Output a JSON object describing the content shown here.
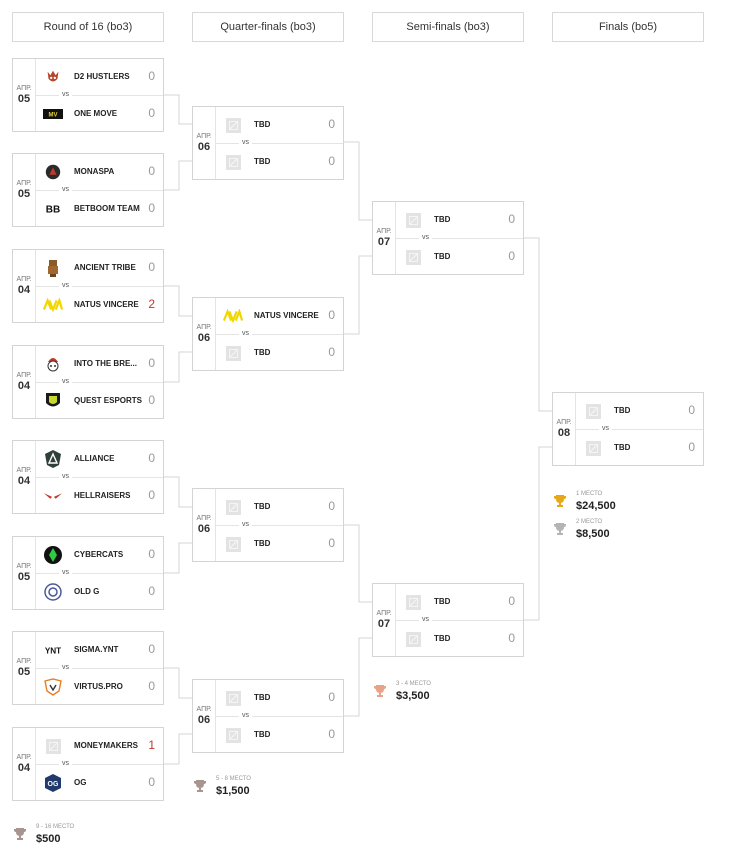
{
  "columns": [
    {
      "label": "Round of 16 (bo3)"
    },
    {
      "label": "Quarter-finals (bo3)"
    },
    {
      "label": "Semi-finals (bo3)"
    },
    {
      "label": "Finals (bo5)"
    }
  ],
  "vs_label": "vs",
  "matches": [
    {
      "month": "АПР.",
      "day": "05",
      "team1": {
        "name": "D2 HUSTLERS",
        "score": "0",
        "logo": "d2-hustlers-logo"
      },
      "team2": {
        "name": "ONE MOVE",
        "score": "0",
        "logo": "one-move-logo"
      }
    },
    {
      "month": "АПР.",
      "day": "05",
      "team1": {
        "name": "MONASPA",
        "score": "0",
        "logo": "monaspa-logo"
      },
      "team2": {
        "name": "BETBOOM TEAM",
        "score": "0",
        "logo": "betboom-logo"
      }
    },
    {
      "month": "АПР.",
      "day": "04",
      "team1": {
        "name": "ANCIENT TRIBE",
        "score": "0",
        "logo": "ancient-tribe-logo"
      },
      "team2": {
        "name": "NATUS VINCERE",
        "score": "2",
        "logo": "navi-logo",
        "win": true
      }
    },
    {
      "month": "АПР.",
      "day": "04",
      "team1": {
        "name": "INTO THE BRE...",
        "score": "0",
        "logo": "into-the-breach-logo"
      },
      "team2": {
        "name": "QUEST ESPORTS",
        "score": "0",
        "logo": "quest-logo"
      }
    },
    {
      "month": "АПР.",
      "day": "04",
      "team1": {
        "name": "ALLIANCE",
        "score": "0",
        "logo": "alliance-logo"
      },
      "team2": {
        "name": "HELLRAISERS",
        "score": "0",
        "logo": "hellraisers-logo"
      }
    },
    {
      "month": "АПР.",
      "day": "05",
      "team1": {
        "name": "CYBERCATS",
        "score": "0",
        "logo": "cybercats-logo"
      },
      "team2": {
        "name": "OLD G",
        "score": "0",
        "logo": "old-g-logo"
      }
    },
    {
      "month": "АПР.",
      "day": "05",
      "team1": {
        "name": "SIGMA.YNT",
        "score": "0",
        "logo": "sigma-logo"
      },
      "team2": {
        "name": "VIRTUS.PRO",
        "score": "0",
        "logo": "virtus-pro-logo"
      }
    },
    {
      "month": "АПР.",
      "day": "04",
      "team1": {
        "name": "MONEYMAKERS",
        "score": "1",
        "logo": "placeholder-logo",
        "win": true
      },
      "team2": {
        "name": "OG",
        "score": "0",
        "logo": "og-logo"
      }
    },
    {
      "month": "АПР.",
      "day": "06",
      "team1": {
        "name": "TBD",
        "score": "0",
        "logo": "placeholder-logo"
      },
      "team2": {
        "name": "TBD",
        "score": "0",
        "logo": "placeholder-logo"
      }
    },
    {
      "month": "АПР.",
      "day": "06",
      "team1": {
        "name": "NATUS VINCERE",
        "score": "0",
        "logo": "navi-logo"
      },
      "team2": {
        "name": "TBD",
        "score": "0",
        "logo": "placeholder-logo"
      }
    },
    {
      "month": "АПР.",
      "day": "06",
      "team1": {
        "name": "TBD",
        "score": "0",
        "logo": "placeholder-logo"
      },
      "team2": {
        "name": "TBD",
        "score": "0",
        "logo": "placeholder-logo"
      }
    },
    {
      "month": "АПР.",
      "day": "06",
      "team1": {
        "name": "TBD",
        "score": "0",
        "logo": "placeholder-logo"
      },
      "team2": {
        "name": "TBD",
        "score": "0",
        "logo": "placeholder-logo"
      }
    },
    {
      "month": "АПР.",
      "day": "07",
      "team1": {
        "name": "TBD",
        "score": "0",
        "logo": "placeholder-logo"
      },
      "team2": {
        "name": "TBD",
        "score": "0",
        "logo": "placeholder-logo"
      }
    },
    {
      "month": "АПР.",
      "day": "07",
      "team1": {
        "name": "TBD",
        "score": "0",
        "logo": "placeholder-logo"
      },
      "team2": {
        "name": "TBD",
        "score": "0",
        "logo": "placeholder-logo"
      }
    },
    {
      "month": "АПР.",
      "day": "08",
      "team1": {
        "name": "TBD",
        "score": "0",
        "logo": "placeholder-logo"
      },
      "team2": {
        "name": "TBD",
        "score": "0",
        "logo": "placeholder-logo"
      }
    }
  ],
  "prizes": [
    {
      "label": "1 МЕСТО",
      "amount": "$24,500",
      "cup": "gold-trophy-icon",
      "color": "#e6a817"
    },
    {
      "label": "2 МЕСТО",
      "amount": "$8,500",
      "cup": "silver-trophy-icon",
      "color": "#b4b4b4"
    },
    {
      "label": "3 - 4 МЕСТО",
      "amount": "$3,500",
      "cup": "bronze-trophy-icon",
      "color": "#e8a28a"
    },
    {
      "label": "5 - 8 МЕСТО",
      "amount": "$1,500",
      "cup": "trophy-icon",
      "color": "#a99590"
    },
    {
      "label": "9 - 16 МЕСТО",
      "amount": "$500",
      "cup": "trophy-icon",
      "color": "#a99590"
    }
  ]
}
